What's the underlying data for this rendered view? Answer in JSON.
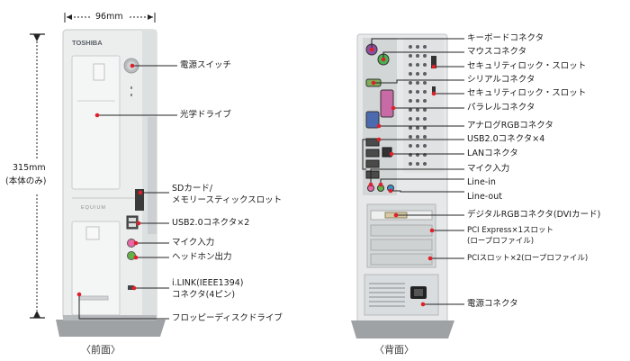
{
  "front": {
    "width_dim": "96mm",
    "height_dim": "315mm",
    "height_note": "(本体のみ)",
    "brand": "TOSHIBA",
    "model": "EQUIUM",
    "caption": "〈前面〉",
    "labels": {
      "power_switch": "電源スイッチ",
      "optical_drive": "光学ドライブ",
      "sd_card_1": "SDカード/",
      "sd_card_2": "メモリースティックスロット",
      "usb": "USB2.0コネクタ×2",
      "mic": "マイク入力",
      "headphone": "ヘッドホン出力",
      "ilink_1": "i.LINK(IEEE1394)",
      "ilink_2": "コネクタ(4ピン)",
      "floppy": "フロッピーディスクドライブ"
    }
  },
  "back": {
    "caption": "〈背面〉",
    "labels": {
      "keyboard": "キーボードコネクタ",
      "mouse": "マウスコネクタ",
      "security_1": "セキュリティロック・スロット",
      "serial": "シリアルコネクタ",
      "security_2": "セキュリティロック・スロット",
      "parallel": "パラレルコネクタ",
      "analog_rgb": "アナログRGBコネクタ",
      "usb": "USB2.0コネクタ×4",
      "lan": "LANコネクタ",
      "mic": "マイク入力",
      "line_in": "Line-in",
      "line_out": "Line-out",
      "digital_rgb": "デジタルRGBコネクタ(DVIカード)",
      "pci_express_1": "PCI Express×1スロット",
      "pci_express_2": "(ロープロファイル)",
      "pci_slot": "PCIスロット×2(ロープロファイル)",
      "power": "電源コネクタ"
    }
  },
  "colors": {
    "case": "#e9ebeb",
    "case_edge": "#c7cacb",
    "base": "#9ea2a5",
    "leader": "#222222",
    "dot": "#e0202a",
    "keyboard_port": "#8a4f9e",
    "mouse_port": "#4caf50",
    "serial_port": "#7fae5a",
    "parallel_port": "#c86aa5",
    "vga_port": "#4c6ab0",
    "audio_pink": "#e76aa7",
    "audio_green": "#64b146",
    "audio_blue": "#3b8fd0",
    "dvi_port": "#d6c9a3"
  }
}
